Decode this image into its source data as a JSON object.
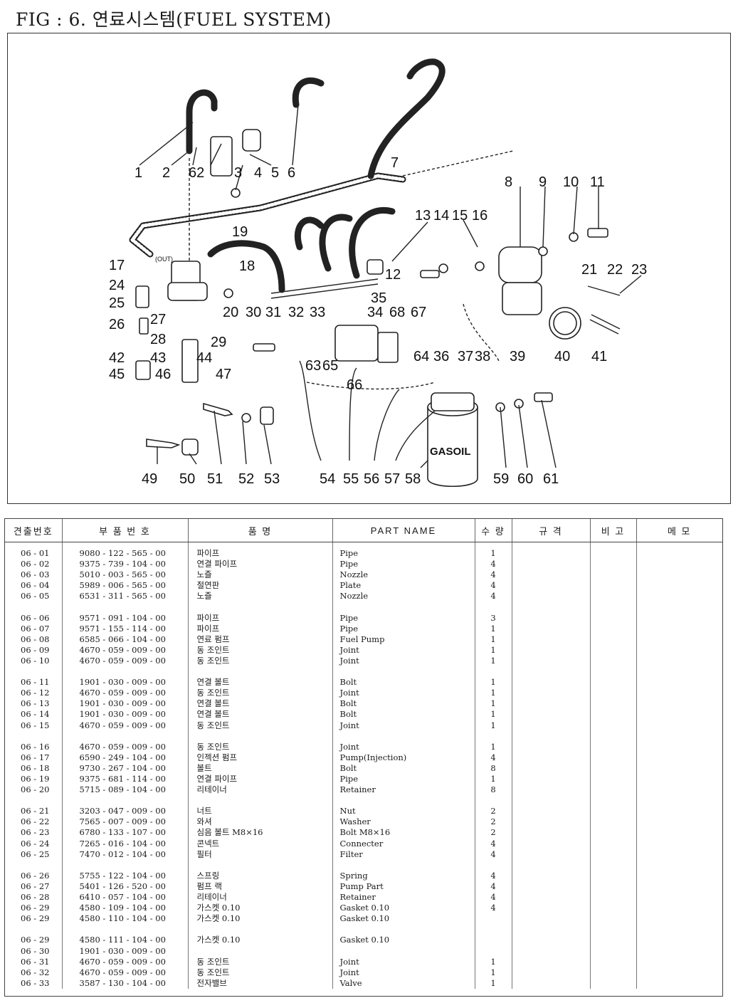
{
  "header": {
    "title": "FIG : 6. 연료시스템(FUEL SYSTEM)"
  },
  "diagram": {
    "label_gasoil": "GASOIL",
    "label_out": "(OUT)",
    "callouts": [
      "1",
      "2",
      "62",
      "3",
      "4",
      "5",
      "6",
      "7",
      "8",
      "9",
      "10",
      "11",
      "12",
      "13",
      "14",
      "15",
      "16",
      "17",
      "18",
      "19",
      "20",
      "21",
      "22",
      "23",
      "24",
      "25",
      "26",
      "27",
      "28",
      "29",
      "30",
      "31",
      "32",
      "33",
      "34",
      "35",
      "68",
      "67",
      "64",
      "36",
      "37",
      "38",
      "39",
      "40",
      "41",
      "42",
      "43",
      "44",
      "45",
      "46",
      "47",
      "63",
      "65",
      "66",
      "49",
      "50",
      "51",
      "52",
      "53",
      "54",
      "55",
      "56",
      "57",
      "58",
      "59",
      "60",
      "61"
    ]
  },
  "table": {
    "headers": [
      "견출번호",
      "부 품 번 호",
      "품 명",
      "PART NAME",
      "수 량",
      "규 격",
      "비 고",
      "메 모"
    ],
    "rows": [
      {
        "no": "06 - 01",
        "pn": "9080 - 122 - 565 - 00",
        "kr": "파이프",
        "en": "Pipe",
        "qty": "1"
      },
      {
        "no": "06 - 02",
        "pn": "9375 - 739 - 104 - 00",
        "kr": "연결 파이프",
        "en": "Pipe",
        "qty": "4"
      },
      {
        "no": "06 - 03",
        "pn": "5010 - 003 - 565 - 00",
        "kr": "노즐",
        "en": "Nozzle",
        "qty": "4"
      },
      {
        "no": "06 - 04",
        "pn": "5989 - 006 - 565 - 00",
        "kr": "절연판",
        "en": "Plate",
        "qty": "4"
      },
      {
        "no": "06 - 05",
        "pn": "6531 - 311 - 565 - 00",
        "kr": "노즐",
        "en": "Nozzle",
        "qty": "4"
      },
      {
        "gap": true
      },
      {
        "no": "06 - 06",
        "pn": "9571 - 091 - 104 - 00",
        "kr": "파이프",
        "en": "Pipe",
        "qty": "3"
      },
      {
        "no": "06 - 07",
        "pn": "9571 - 155 - 114 - 00",
        "kr": "파이프",
        "en": "Pipe",
        "qty": "1"
      },
      {
        "no": "06 - 08",
        "pn": "6585 - 066 - 104 - 00",
        "kr": "연료 펌프",
        "en": "Fuel Pump",
        "qty": "1"
      },
      {
        "no": "06 - 09",
        "pn": "4670 - 059 - 009 - 00",
        "kr": "동 조인트",
        "en": "Joint",
        "qty": "1"
      },
      {
        "no": "06 - 10",
        "pn": "4670 - 059 - 009 - 00",
        "kr": "동 조인트",
        "en": "Joint",
        "qty": "1"
      },
      {
        "gap": true
      },
      {
        "no": "06 - 11",
        "pn": "1901 - 030 - 009 - 00",
        "kr": "연결 볼트",
        "en": "Bolt",
        "qty": "1"
      },
      {
        "no": "06 - 12",
        "pn": "4670 - 059 - 009 - 00",
        "kr": "동 조인트",
        "en": "Joint",
        "qty": "1"
      },
      {
        "no": "06 - 13",
        "pn": "1901 - 030 - 009 - 00",
        "kr": "연결 볼트",
        "en": "Bolt",
        "qty": "1"
      },
      {
        "no": "06 - 14",
        "pn": "1901 - 030 - 009 - 00",
        "kr": "연결 볼트",
        "en": "Bolt",
        "qty": "1"
      },
      {
        "no": "06 - 15",
        "pn": "4670 - 059 - 009 - 00",
        "kr": "동 조인트",
        "en": "Joint",
        "qty": "1"
      },
      {
        "gap": true
      },
      {
        "no": "06 - 16",
        "pn": "4670 - 059 - 009 - 00",
        "kr": "동 조인트",
        "en": "Joint",
        "qty": "1"
      },
      {
        "no": "06 - 17",
        "pn": "6590 - 249 - 104 - 00",
        "kr": "인젝션 펌프",
        "en": "Pump(Injection)",
        "qty": "4"
      },
      {
        "no": "06 - 18",
        "pn": "9730 - 267 - 104 - 00",
        "kr": "볼트",
        "en": "Bolt",
        "qty": "8"
      },
      {
        "no": "06 - 19",
        "pn": "9375 - 681 - 114 - 00",
        "kr": "연결 파이프",
        "en": "Pipe",
        "qty": "1"
      },
      {
        "no": "06 - 20",
        "pn": "5715 - 089 - 104 - 00",
        "kr": "리테이너",
        "en": "Retainer",
        "qty": "8"
      },
      {
        "gap": true
      },
      {
        "no": "06 - 21",
        "pn": "3203 - 047 - 009 - 00",
        "kr": "너트",
        "en": "Nut",
        "qty": "2"
      },
      {
        "no": "06 - 22",
        "pn": "7565 - 007 - 009 - 00",
        "kr": "와셔",
        "en": "Washer",
        "qty": "2"
      },
      {
        "no": "06 - 23",
        "pn": "6780 - 133 - 107 - 00",
        "kr": "심음 볼트 M8×16",
        "en": "Bolt M8×16",
        "qty": "2"
      },
      {
        "no": "06 - 24",
        "pn": "7265 - 016 - 104 - 00",
        "kr": "콘넥트",
        "en": "Connecter",
        "qty": "4"
      },
      {
        "no": "06 - 25",
        "pn": "7470 - 012 - 104 - 00",
        "kr": "필터",
        "en": "Filter",
        "qty": "4"
      },
      {
        "gap": true
      },
      {
        "no": "06 - 26",
        "pn": "5755 - 122 - 104 - 00",
        "kr": "스프링",
        "en": "Spring",
        "qty": "4"
      },
      {
        "no": "06 - 27",
        "pn": "5401 - 126 - 520 - 00",
        "kr": "펌프 랙",
        "en": "Pump Part",
        "qty": "4"
      },
      {
        "no": "06 - 28",
        "pn": "6410 - 057 - 104 - 00",
        "kr": "리테이너",
        "en": "Retainer",
        "qty": "4"
      },
      {
        "no": "06 - 29",
        "pn": "4580 - 109 - 104 - 00",
        "kr": "가스켓 0.10",
        "en": "Gasket 0.10",
        "qty": "4"
      },
      {
        "no": "06 - 29",
        "pn": "4580 - 110 - 104 - 00",
        "kr": "가스켓 0.10",
        "en": "Gasket 0.10",
        "qty": ""
      },
      {
        "gap": true
      },
      {
        "no": "06 - 29",
        "pn": "4580 - 111 - 104 - 00",
        "kr": "가스켓 0.10",
        "en": "Gasket 0.10",
        "qty": ""
      },
      {
        "no": "06 - 30",
        "pn": "1901 - 030 - 009 - 00",
        "kr": "",
        "en": "",
        "qty": ""
      },
      {
        "no": "06 - 31",
        "pn": "4670 - 059 - 009 - 00",
        "kr": "동 조인트",
        "en": "Joint",
        "qty": "1"
      },
      {
        "no": "06 - 32",
        "pn": "4670 - 059 - 009 - 00",
        "kr": "동 조인트",
        "en": "Joint",
        "qty": "1"
      },
      {
        "no": "06 - 33",
        "pn": "3587 - 130 - 104 - 00",
        "kr": "전자밸브",
        "en": "Valve",
        "qty": "1"
      }
    ]
  }
}
